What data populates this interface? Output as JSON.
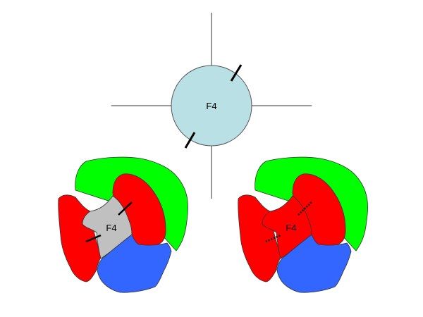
{
  "top_label": "F4",
  "left_label": "F4",
  "right_label": "F4",
  "colors": {
    "circle": "#b9e0e5",
    "green": "#00ff00",
    "red": "#ff0000",
    "blue": "#3366ff",
    "gray": "#c0c0c0"
  }
}
